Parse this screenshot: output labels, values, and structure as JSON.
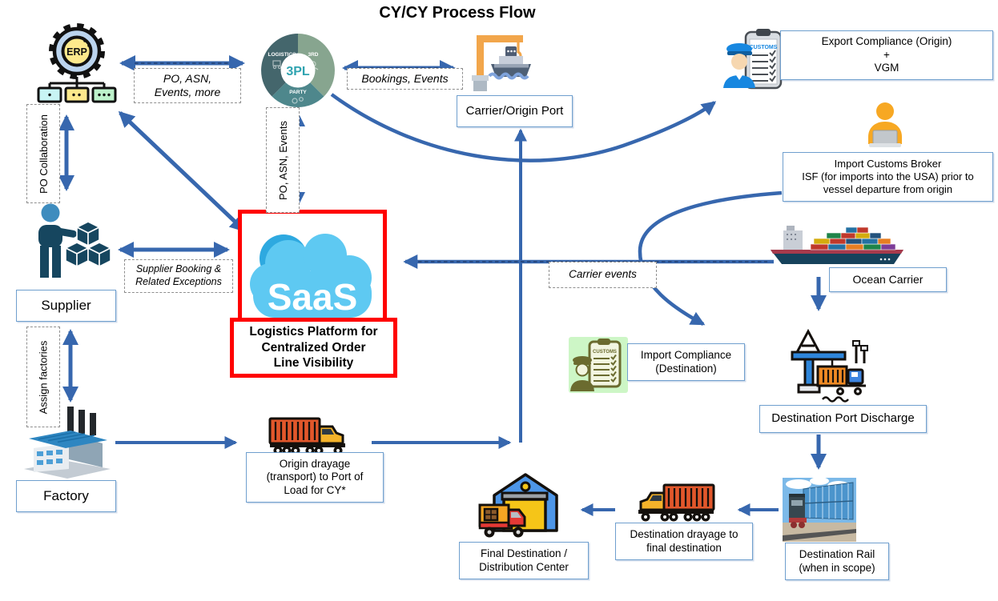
{
  "title": "CY/CY Process Flow",
  "colors": {
    "arrow_blue": "#3767AE",
    "dash_navy": "#1F3864",
    "box_border": "#6F9FCE",
    "accent_red": "#FF0000",
    "saas_cloud_blue": "#5EC9F2"
  },
  "icons": {
    "erp": "gear-org-chart-icon",
    "three_pl": "3pl-donut-icon",
    "carrier_origin_port": "harbor-crane-ship-icon",
    "export_compliance": "customs-officer-clipboard-icon",
    "import_broker": "person-laptop-icon",
    "ocean_carrier": "container-ship-icon",
    "supplier": "person-with-boxes-icon",
    "saas": "saas-cloud-icon",
    "factory": "factory-building-icon",
    "origin_drayage": "container-truck-icon",
    "import_compliance": "customs-officer-green-icon",
    "dest_port_discharge": "port-crane-truck-icon",
    "dest_rail": "freight-train-icon",
    "dest_drayage": "container-truck-icon",
    "final_destination": "warehouse-delivery-truck-icon"
  },
  "nodes": {
    "erp": {
      "label": "ERP"
    },
    "three_pl": {
      "center": "3PL",
      "seg1": "LOGISTICS",
      "seg2": "3RD",
      "seg3": "PARTY"
    },
    "carrier_origin_port": {
      "label": "Carrier/Origin Port"
    },
    "export_compliance": {
      "line1": "Export Compliance (Origin)",
      "line2": "+",
      "line3": "VGM",
      "badge": "CUSTOMS"
    },
    "import_broker": {
      "line1": "Import Customs Broker",
      "line2": "ISF (for imports into the USA) prior to",
      "line3": "vessel departure from origin"
    },
    "ocean_carrier": {
      "label": "Ocean Carrier"
    },
    "supplier": {
      "label": "Supplier"
    },
    "saas": {
      "cloud_text": "SaaS",
      "line1": "Logistics Platform for",
      "line2": "Centralized Order",
      "line3": "Line Visibility"
    },
    "factory": {
      "label": "Factory"
    },
    "origin_drayage": {
      "line1": "Origin drayage",
      "line2": "(transport) to Port of",
      "line3": "Load for CY*"
    },
    "import_compliance": {
      "line1": "Import Compliance",
      "line2": "(Destination)",
      "badge": "CUSTOMS"
    },
    "dest_port_discharge": {
      "label": "Destination Port Discharge"
    },
    "dest_rail": {
      "line1": "Destination Rail",
      "line2": "(when in scope)"
    },
    "dest_drayage": {
      "line1": "Destination drayage to",
      "line2": "final destination"
    },
    "final_destination": {
      "line1": "Final Destination /",
      "line2": "Distribution Center"
    }
  },
  "edge_labels": {
    "po_asn_more": {
      "line1": "PO, ASN,",
      "line2": "Events, more"
    },
    "bookings_events": "Bookings, Events",
    "po_asn_events": "PO, ASN, Events",
    "po_collaboration": "PO Collaboration",
    "supplier_booking": {
      "line1": "Supplier Booking &",
      "line2": "Related Exceptions"
    },
    "assign_factories": "Assign factories",
    "carrier_events": "Carrier events"
  }
}
